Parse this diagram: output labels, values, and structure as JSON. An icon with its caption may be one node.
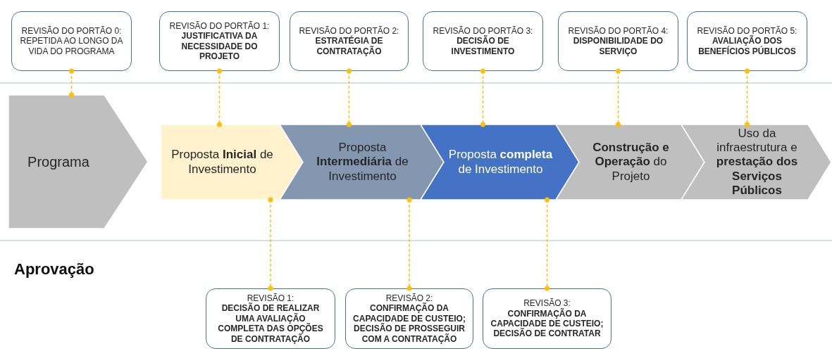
{
  "diagram": {
    "nodes": [
      {
        "text": [
          "REVISÃO DO PORTÃO 0: REPETIDA AO LONGO DA VIDA DO PROGRAMA"
        ]
      },
      {
        "text": [
          "REVISÃO DO PORTÃO 1:",
          "JUSTIFICATIVA DA NECESSIDADE DO PROJETO"
        ]
      },
      {
        "text": [
          "REVISÃO DO PORTÃO 2:",
          "ESTRATÉGIA DE CONTRATAÇÃO"
        ]
      },
      {
        "text": [
          "REVISÃO DO PORTÃO 3:",
          "DECISÃO DE INVESTIMENTO"
        ]
      },
      {
        "text": [
          "REVISÃO DO PORTÃO 4:",
          "DISPONIBILIDADE DO SERVIÇO"
        ]
      },
      {
        "text": [
          "REVISÃO DO PORTÃO 5:",
          "AVALIAÇÃO DOS BENEFÍCIOS PÚBLICOS"
        ]
      },
      {
        "text": [
          "Programa"
        ]
      },
      {
        "text": [
          "Proposta **Inicial** de Investimento"
        ]
      },
      {
        "text": [
          "Proposta **Intermediária** de Investimento"
        ]
      },
      {
        "text": [
          "Proposta **completa** de Investimento"
        ]
      },
      {
        "text": [
          "**Construção e Operação** do Projeto"
        ]
      },
      {
        "text": [
          "Uso da infraestrutura e **prestação dos Serviços Públicos**"
        ]
      },
      {
        "text": [
          "REVISÃO 1:",
          "DECISÃO DE REALIZAR UMA AVALIAÇÃO COMPLETA DAS OPÇÕES DE CONTRATAÇÃO"
        ]
      },
      {
        "text": [
          "REVISÃO 2:",
          "CONFIRMAÇÃO DA CAPACIDADE DE CUSTEIO; DECISÃO DE PROSSEGUIR COM A CONTRATAÇÃO"
        ]
      },
      {
        "text": [
          "REVISÃO 3:",
          "CONFIRMAÇÃO DA CAPACIDADE DE CUSTEIO; DECISÃO DE CONTRATAR"
        ]
      }
    ],
    "edges": [
      {
        "from": 0,
        "to": 6,
        "arrow": "other",
        "style": "dashed"
      },
      {
        "from": 1,
        "to": 7,
        "arrow": "other",
        "style": "dashed"
      },
      {
        "from": 2,
        "to": 8,
        "arrow": "other",
        "style": "dashed"
      },
      {
        "from": 3,
        "to": 9,
        "arrow": "other",
        "style": "dashed"
      },
      {
        "from": 4,
        "to": 10,
        "arrow": "other",
        "style": "dashed"
      },
      {
        "from": 5,
        "to": 11,
        "arrow": "other",
        "style": "dashed"
      },
      {
        "from": 7,
        "to": 12,
        "arrow": "other",
        "style": "dashed"
      },
      {
        "from": 8,
        "to": 13,
        "arrow": "other",
        "style": "dashed"
      },
      {
        "from": 9,
        "to": 14,
        "arrow": "other",
        "style": "dashed"
      }
    ],
    "labels": [
      "Aprovação"
    ]
  }
}
